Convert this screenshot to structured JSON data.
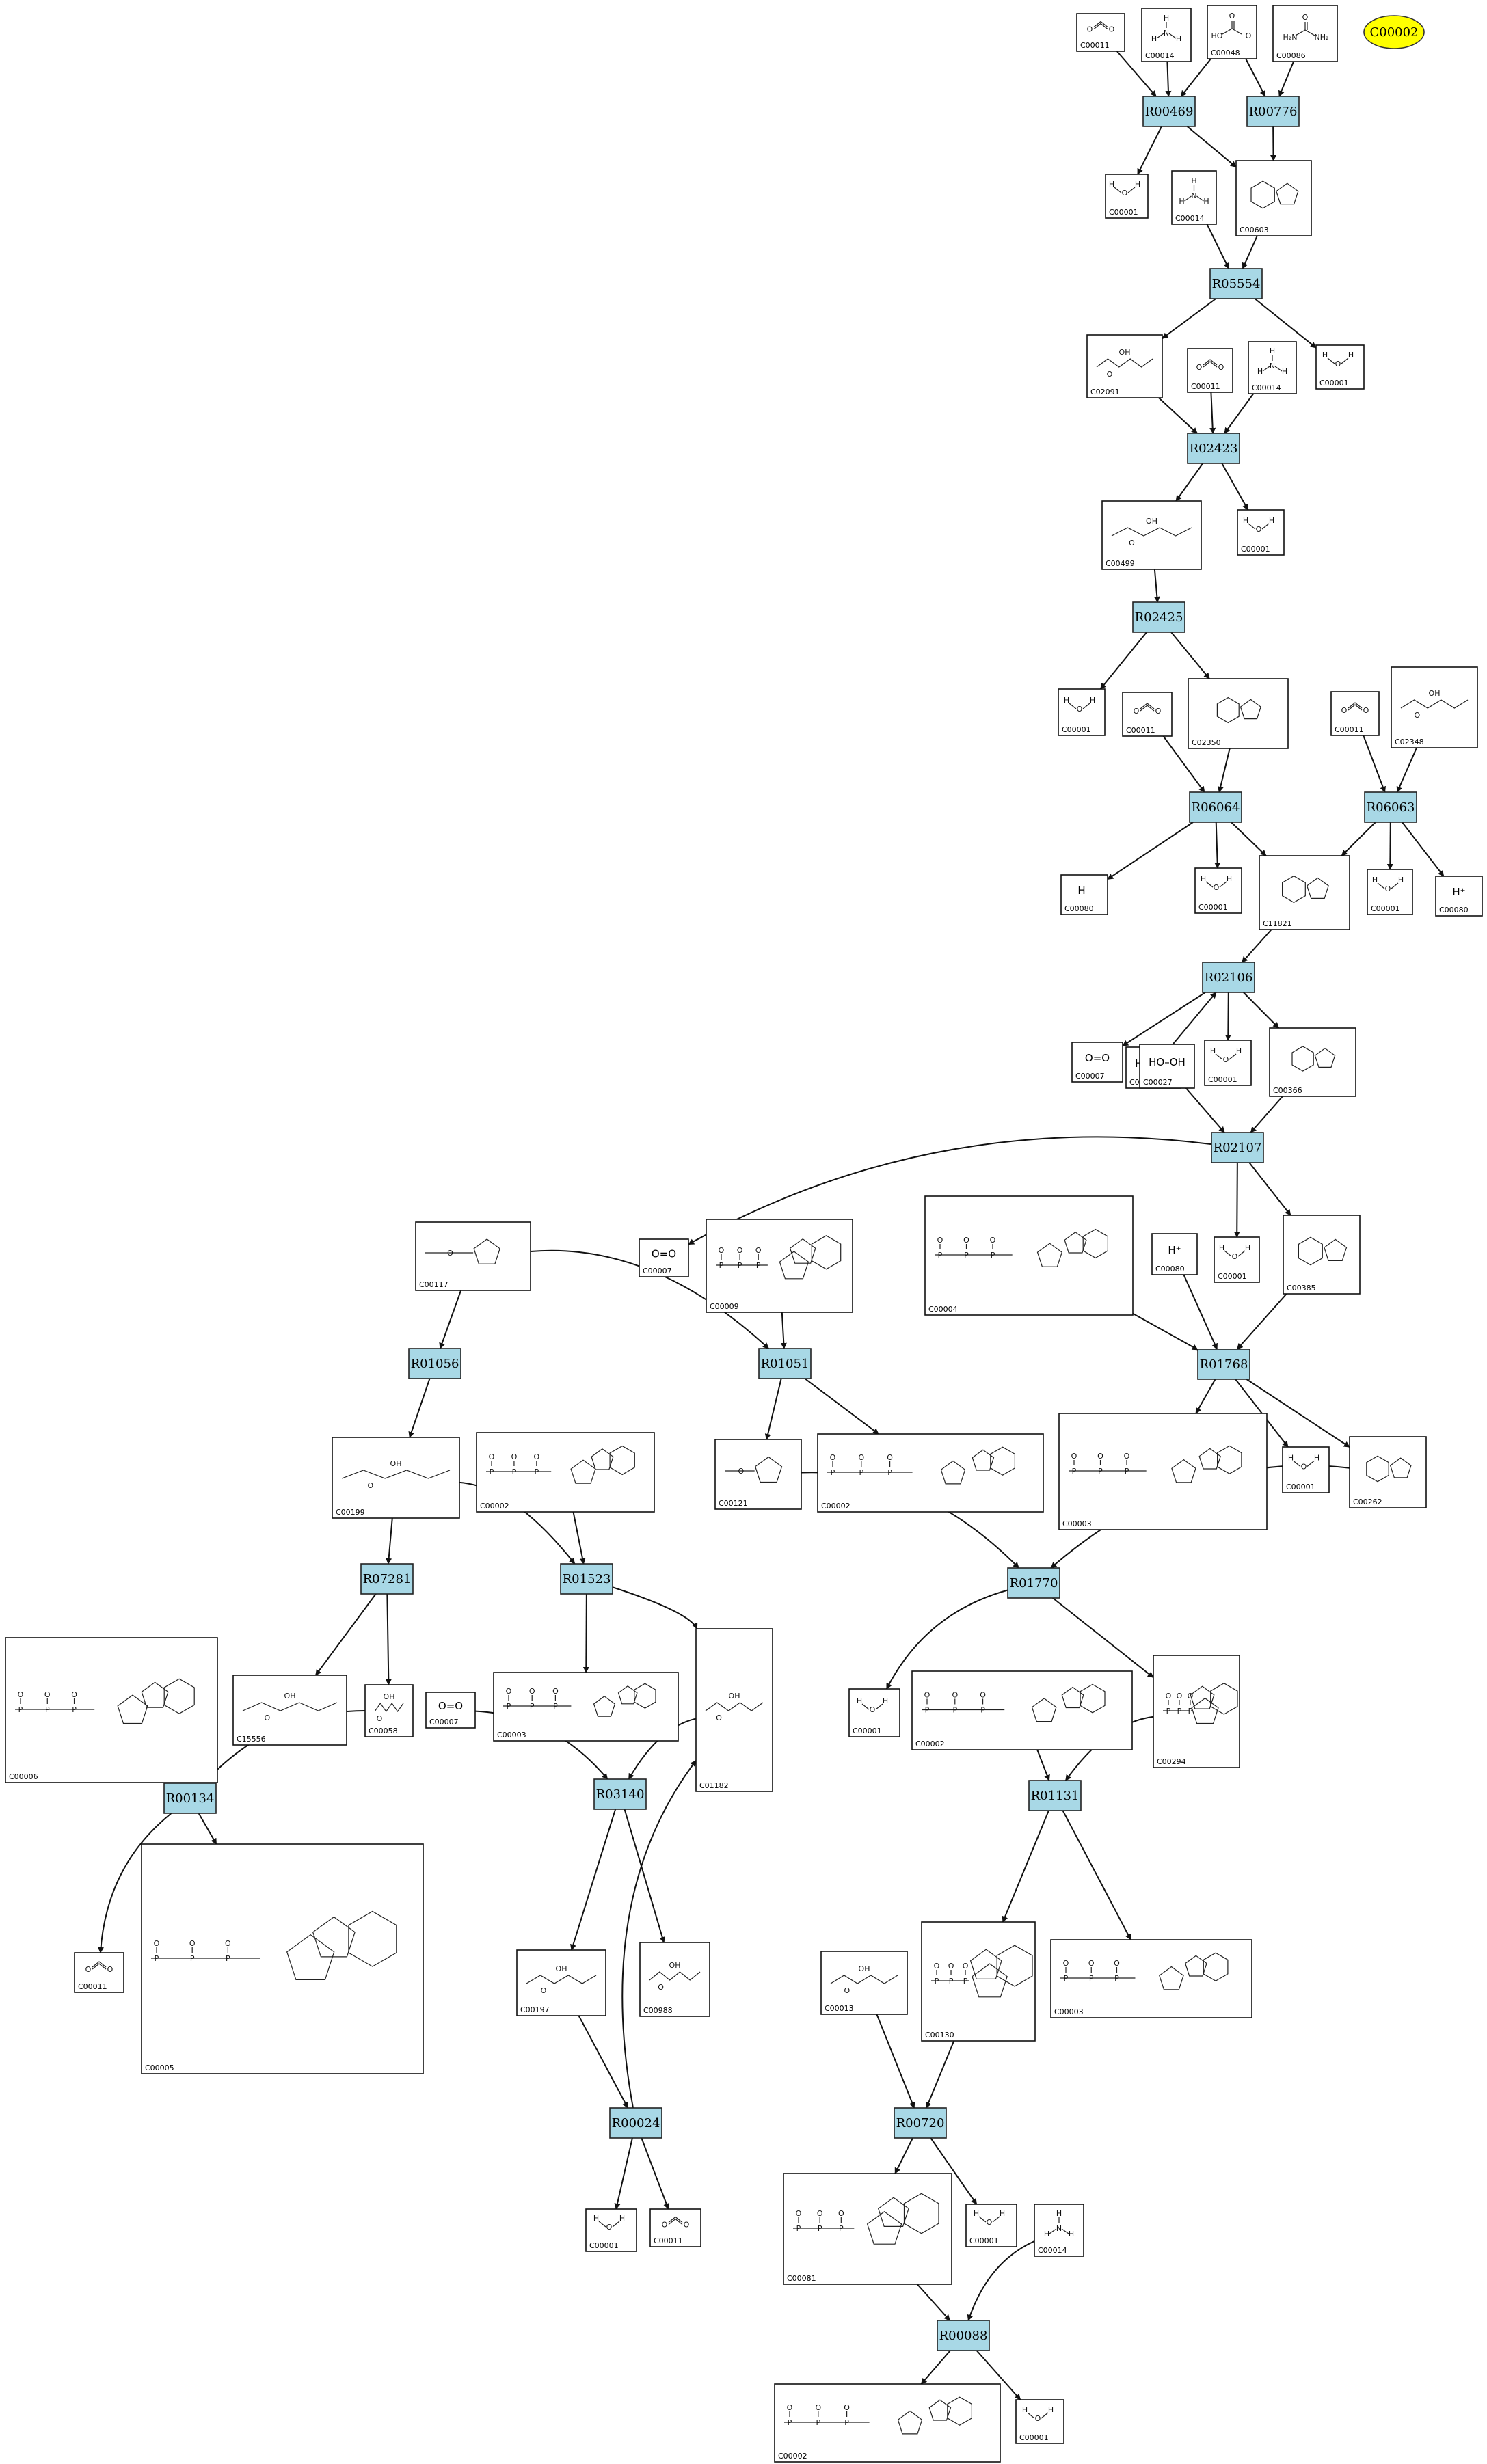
{
  "highlight": {
    "id": "C00002",
    "fill": "#ffff00"
  },
  "colors": {
    "reaction_fill": "#a8d8e6",
    "edge": "#111111",
    "box_border": "#111111"
  },
  "reactions": [
    "R00469",
    "R00776",
    "R05554",
    "R02423",
    "R02425",
    "R06064",
    "R06063",
    "R02106",
    "R02107",
    "R01768",
    "R01056",
    "R01051",
    "R07281",
    "R01523",
    "R01770",
    "R00134",
    "R03140",
    "R01131",
    "R00024",
    "R00720",
    "R00088"
  ],
  "compounds": [
    {
      "key": "c1",
      "id": "C00011",
      "kind": "co2"
    },
    {
      "key": "c2",
      "id": "C00014",
      "kind": "nh3"
    },
    {
      "key": "c3",
      "id": "C00048",
      "kind": "glyox"
    },
    {
      "key": "c4",
      "id": "C00086",
      "kind": "urea"
    },
    {
      "key": "c5",
      "id": "C00001",
      "kind": "water"
    },
    {
      "key": "c6",
      "id": "C00014",
      "kind": "nh3"
    },
    {
      "key": "c7",
      "id": "C00603",
      "kind": "ring"
    },
    {
      "key": "c8",
      "id": "C02091",
      "kind": "chain"
    },
    {
      "key": "c9",
      "id": "C00011",
      "kind": "co2"
    },
    {
      "key": "c10",
      "id": "C00014",
      "kind": "nh3"
    },
    {
      "key": "c11",
      "id": "C00001",
      "kind": "water"
    },
    {
      "key": "c12",
      "id": "C00499",
      "kind": "chain"
    },
    {
      "key": "c13",
      "id": "C00001",
      "kind": "water"
    },
    {
      "key": "c14",
      "id": "C00001",
      "kind": "water"
    },
    {
      "key": "c15",
      "id": "C00011",
      "kind": "co2"
    },
    {
      "key": "c16",
      "id": "C02350",
      "kind": "ring"
    },
    {
      "key": "c17",
      "id": "C00011",
      "kind": "co2"
    },
    {
      "key": "c18",
      "id": "C02348",
      "kind": "chain"
    },
    {
      "key": "c19",
      "id": "C00080",
      "kind": "text",
      "formula": "H⁺"
    },
    {
      "key": "c20",
      "id": "C00001",
      "kind": "water"
    },
    {
      "key": "c21",
      "id": "C11821",
      "kind": "ring"
    },
    {
      "key": "c22",
      "id": "C00001",
      "kind": "water"
    },
    {
      "key": "c23",
      "id": "C00080",
      "kind": "text",
      "formula": "H⁺"
    },
    {
      "key": "c24",
      "id": "C00027",
      "kind": "text",
      "formula": "HO–OH"
    },
    {
      "key": "c25",
      "id": "C00007",
      "kind": "text",
      "formula": "O=O"
    },
    {
      "key": "c26",
      "id": "C00001",
      "kind": "water"
    },
    {
      "key": "c27",
      "id": "C00366",
      "kind": "ring"
    },
    {
      "key": "c28",
      "id": "C00027",
      "kind": "text",
      "formula": "HO–OH"
    },
    {
      "key": "c29",
      "id": "C00007",
      "kind": "text",
      "formula": "O=O"
    },
    {
      "key": "c30",
      "id": "C00117",
      "kind": "sugar"
    },
    {
      "key": "c31",
      "id": "C00009",
      "kind": "nucleotide"
    },
    {
      "key": "c32",
      "id": "C00004",
      "kind": "big"
    },
    {
      "key": "c33",
      "id": "C00080",
      "kind": "text",
      "formula": "H⁺"
    },
    {
      "key": "c34",
      "id": "C00001",
      "kind": "water"
    },
    {
      "key": "c35",
      "id": "C00385",
      "kind": "ring"
    },
    {
      "key": "c36",
      "id": "C00199",
      "kind": "chain"
    },
    {
      "key": "c37",
      "id": "C00002",
      "kind": "nucleotide"
    },
    {
      "key": "c38",
      "id": "C00121",
      "kind": "sugar"
    },
    {
      "key": "c39",
      "id": "C00002",
      "kind": "nucleotide"
    },
    {
      "key": "c40",
      "id": "C00003",
      "kind": "big"
    },
    {
      "key": "c41",
      "id": "C00001",
      "kind": "water"
    },
    {
      "key": "c42",
      "id": "C00262",
      "kind": "ring"
    },
    {
      "key": "c43",
      "id": "C00006",
      "kind": "big"
    },
    {
      "key": "c44",
      "id": "C15556",
      "kind": "chain"
    },
    {
      "key": "c45",
      "id": "C00058",
      "kind": "chain"
    },
    {
      "key": "c46",
      "id": "C00007",
      "kind": "text",
      "formula": "O=O"
    },
    {
      "key": "c47",
      "id": "C00003",
      "kind": "nucleotide"
    },
    {
      "key": "c48",
      "id": "C01182",
      "kind": "chain"
    },
    {
      "key": "c49",
      "id": "C00001",
      "kind": "water"
    },
    {
      "key": "c50",
      "id": "C00002",
      "kind": "nucleotide"
    },
    {
      "key": "c51",
      "id": "C00294",
      "kind": "nucleotide"
    },
    {
      "key": "c52",
      "id": "C00011",
      "kind": "co2"
    },
    {
      "key": "c53",
      "id": "C00005",
      "kind": "big"
    },
    {
      "key": "c54",
      "id": "C00197",
      "kind": "chain"
    },
    {
      "key": "c55",
      "id": "C00988",
      "kind": "chain"
    },
    {
      "key": "c56",
      "id": "C00013",
      "kind": "chain"
    },
    {
      "key": "c57",
      "id": "C00130",
      "kind": "nucleotide"
    },
    {
      "key": "c58",
      "id": "C00003",
      "kind": "nucleotide"
    },
    {
      "key": "c59",
      "id": "C00001",
      "kind": "water"
    },
    {
      "key": "c60",
      "id": "C00011",
      "kind": "co2"
    },
    {
      "key": "c61",
      "id": "C00081",
      "kind": "nucleotide"
    },
    {
      "key": "c62",
      "id": "C00001",
      "kind": "water"
    },
    {
      "key": "c63",
      "id": "C00014",
      "kind": "nh3"
    },
    {
      "key": "c64",
      "id": "C00002",
      "kind": "nucleotide"
    },
    {
      "key": "c65",
      "id": "C00001",
      "kind": "water"
    }
  ]
}
